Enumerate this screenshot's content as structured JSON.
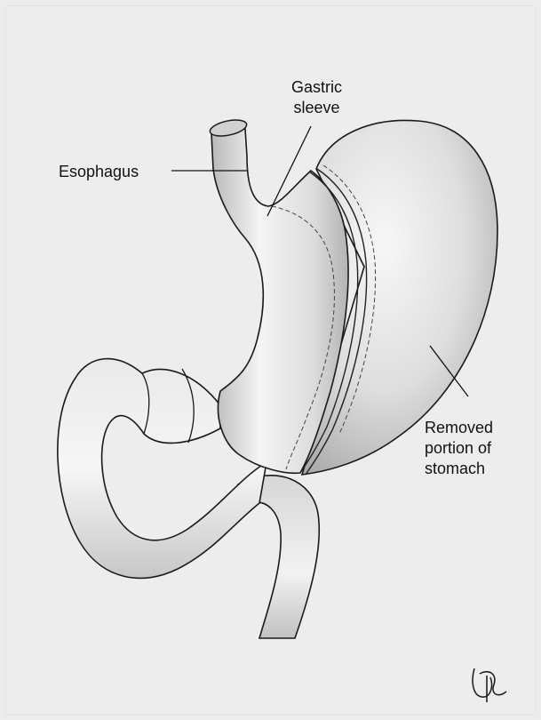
{
  "labels": {
    "esophagus": "Esophagus",
    "sleeve_line1": "Gastric",
    "sleeve_line2": "sleeve",
    "removed_line1": "Removed",
    "removed_line2": "portion of",
    "removed_line3": "stomach"
  },
  "colors": {
    "background": "#ececec",
    "stroke": "#1a1a1a",
    "shade": "#bdbdbd",
    "highlight": "#fafafa"
  }
}
